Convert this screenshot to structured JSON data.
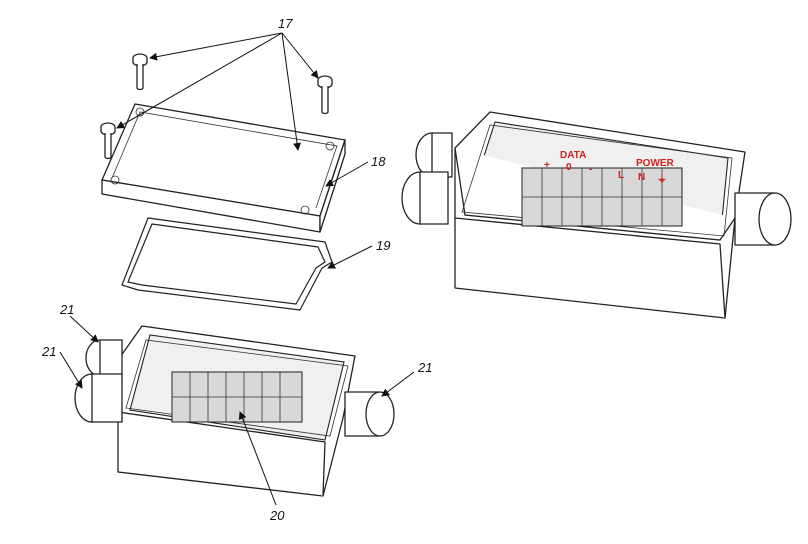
{
  "callouts": {
    "screws": "17",
    "lid": "18",
    "gasket": "19",
    "terminal_block": "20",
    "gland_upper_left": "21",
    "gland_lower_left": "21",
    "gland_right": "21"
  },
  "terminal_labels": {
    "data_group": "DATA",
    "data_plus": "+",
    "data_zero": "0",
    "data_minus": "-",
    "power_group": "POWER",
    "power_l": "L",
    "power_n": "N",
    "power_ground": "⏚"
  },
  "colors": {
    "line": "#222222",
    "label_red": "#d0201e"
  }
}
